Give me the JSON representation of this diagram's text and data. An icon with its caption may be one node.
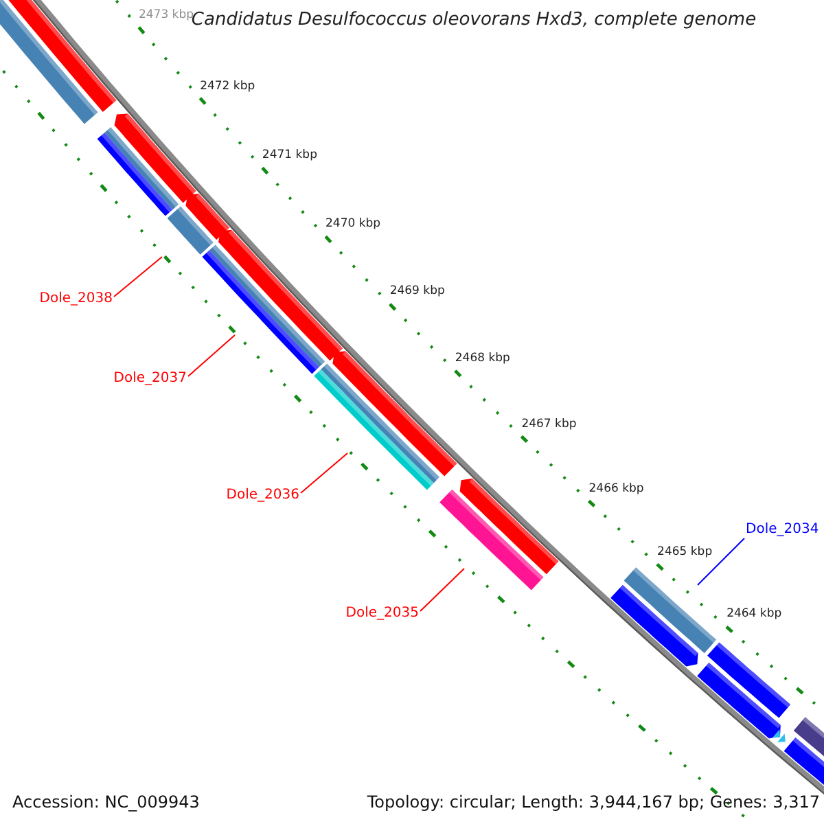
{
  "diagram": {
    "title": "Candidatus Desulfococcus oleovorans Hxd3, complete genome",
    "nodes": [
      {
        "text": [
          "Dole_2038"
        ]
      },
      {
        "text": [
          "Dole_2037"
        ]
      },
      {
        "text": [
          "Dole_2036"
        ]
      },
      {
        "text": [
          "Dole_2035"
        ]
      },
      {
        "text": [
          "Dole_2034"
        ]
      }
    ],
    "edges": [
      {
        "from": 0,
        "to": null,
        "arrow": "none"
      },
      {
        "from": 1,
        "to": null,
        "arrow": "none"
      },
      {
        "from": 2,
        "to": null,
        "arrow": "none"
      },
      {
        "from": 3,
        "to": null,
        "arrow": "none"
      },
      {
        "from": 4,
        "to": null,
        "arrow": "none",
        "color": "#0000ff"
      }
    ],
    "labels": [
      "2473 kbp",
      "2472 kbp",
      "2471 kbp",
      "2470 kbp",
      "2469 kbp",
      "2468 kbp",
      "2467 kbp",
      "2466 kbp",
      "2465 kbp",
      "2464 kbp",
      "Accession: NC_009943",
      "Topology: circular; Length: 3,944,167 bp; Genes: 3,317"
    ]
  }
}
